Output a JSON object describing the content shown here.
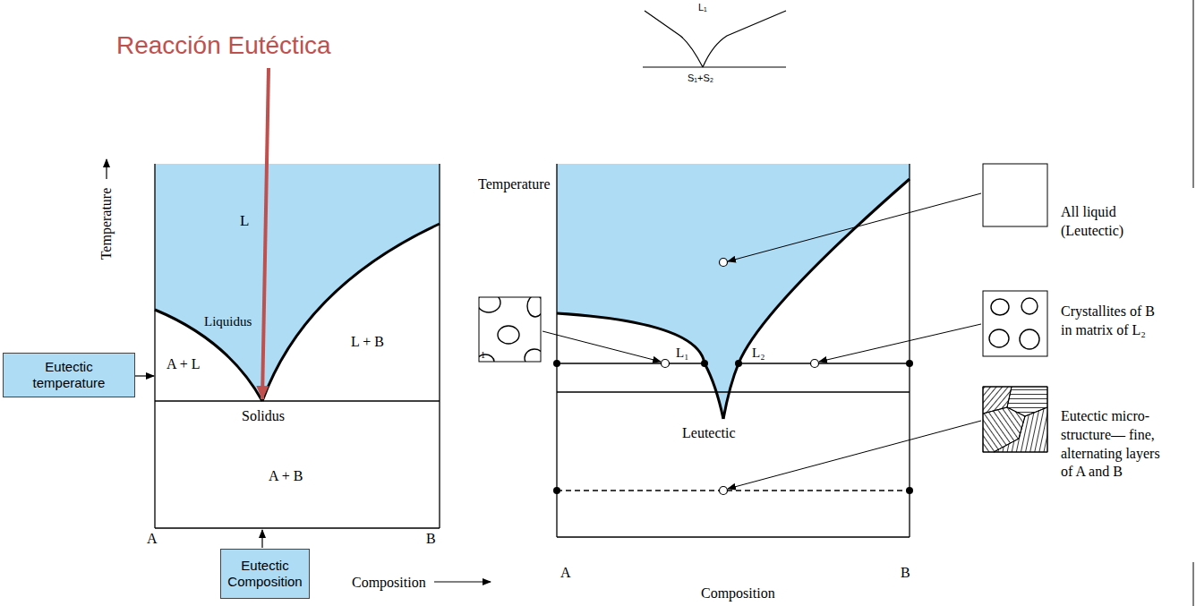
{
  "diagram": {
    "nodes": [
      {
        "text": [
          "Eutectic temperature"
        ]
      },
      {
        "text": [
          "Eutectic Composition"
        ]
      }
    ],
    "labels": [
      "Reacción Eutéctica",
      "L₁",
      "S₁+S₂",
      "Temperature",
      "L",
      "Liquidus",
      "A + L",
      "L + B",
      "Solidus",
      "A + B",
      "A",
      "B",
      "Composition",
      "Temperature",
      "1",
      "L₁",
      "L₂",
      "Leutectic",
      "A",
      "B",
      "Composition",
      "All liquid (Leutectic)",
      "Crystallites of B in matrix of L₂",
      "Eutectic micro- structure— fine, alternating layers of A and B"
    ]
  }
}
